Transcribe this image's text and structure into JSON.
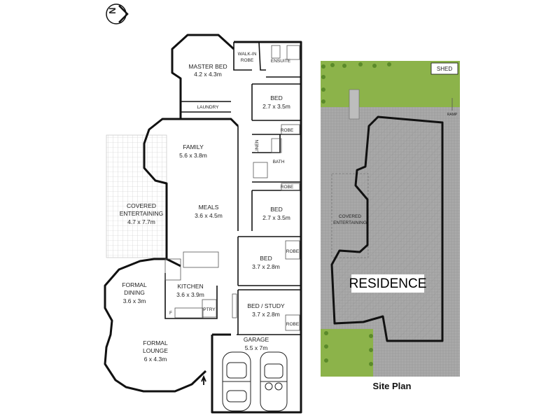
{
  "compass": {
    "letter": "N"
  },
  "floor_plan": {
    "rooms": [
      {
        "id": "master-bed",
        "name": "MASTER BED",
        "dim": "4.2 x 4.3m"
      },
      {
        "id": "walk-in-robe",
        "name": "WALK-IN",
        "name2": "ROBE"
      },
      {
        "id": "ensuite",
        "name": "ENSUITE"
      },
      {
        "id": "laundry",
        "name": "LAUNDRY"
      },
      {
        "id": "bed-1",
        "name": "BED",
        "dim": "2.7 x 3.5m"
      },
      {
        "id": "family",
        "name": "FAMILY",
        "dim": "5.6 x 3.8m"
      },
      {
        "id": "linen",
        "name": "LINEN"
      },
      {
        "id": "bath",
        "name": "BATH"
      },
      {
        "id": "robe-1",
        "name": "ROBE"
      },
      {
        "id": "robe-2",
        "name": "ROBE"
      },
      {
        "id": "bed-2",
        "name": "BED",
        "dim": "2.7 x 3.5m"
      },
      {
        "id": "covered-entertaining",
        "name": "COVERED",
        "name2": "ENTERTAINING",
        "dim": "4.7 x 7.7m"
      },
      {
        "id": "meals",
        "name": "MEALS",
        "dim": "3.6 x 4.5m"
      },
      {
        "id": "bed-3",
        "name": "BED",
        "dim": "3.7 x 2.8m"
      },
      {
        "id": "robe-3",
        "name": "ROBE"
      },
      {
        "id": "formal-dining",
        "name": "FORMAL",
        "name2": "DINING",
        "dim": "3.6 x 3m"
      },
      {
        "id": "kitchen",
        "name": "KITCHEN",
        "dim": "3.6 x 3.9m"
      },
      {
        "id": "pantry",
        "name": "PTRY"
      },
      {
        "id": "fridge",
        "name": "F"
      },
      {
        "id": "bed-study",
        "name": "BED / STUDY",
        "dim": "3.7 x 2.8m"
      },
      {
        "id": "robe-4",
        "name": "ROBE"
      },
      {
        "id": "formal-lounge",
        "name": "FORMAL",
        "name2": "LOUNGE",
        "dim": "6 x 4.3m"
      },
      {
        "id": "garage",
        "name": "GARAGE",
        "dim": "5.5 x 7m"
      }
    ]
  },
  "site_plan": {
    "title": "Site Plan",
    "residence": "RESIDENCE",
    "shed": "SHED",
    "ramp": "RAMP",
    "covered": "COVERED",
    "entertaining": "ENTERTAINING"
  },
  "colors": {
    "wall": "#111111",
    "lawn": "#8cb34a",
    "paving": "#a8a8a8",
    "hatch": "#9a9a9a",
    "deck_grid": "#c8c8c8"
  }
}
